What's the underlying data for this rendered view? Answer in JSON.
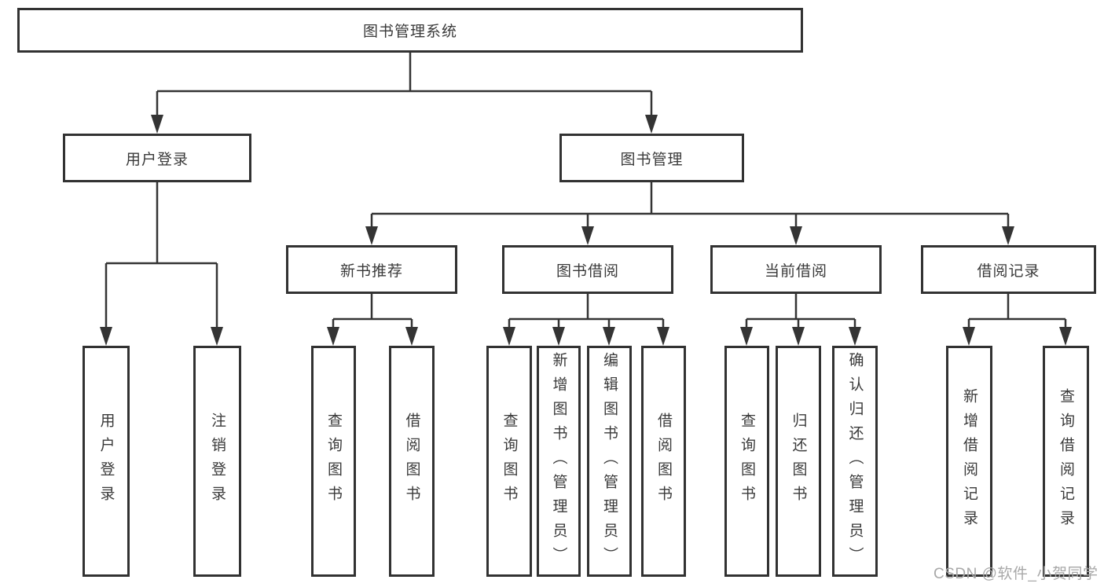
{
  "diagram": {
    "root": {
      "label": "图书管理系统"
    },
    "level2": [
      {
        "label": "用户登录"
      },
      {
        "label": "图书管理"
      }
    ],
    "level3": [
      {
        "label": "新书推荐"
      },
      {
        "label": "图书借阅"
      },
      {
        "label": "当前借阅"
      },
      {
        "label": "借阅记录"
      }
    ],
    "leaves": [
      {
        "label": "用户登录"
      },
      {
        "label": "注销登录"
      },
      {
        "label": "查询图书"
      },
      {
        "label": "借阅图书"
      },
      {
        "label": "查询图书"
      },
      {
        "label": "新增图书（管理员）"
      },
      {
        "label": "编辑图书（管理员）"
      },
      {
        "label": "借阅图书"
      },
      {
        "label": "查询图书"
      },
      {
        "label": "归还图书"
      },
      {
        "label": "确认归还（管理员）"
      },
      {
        "label": "新增借阅记录"
      },
      {
        "label": "查询借阅记录"
      }
    ]
  },
  "watermark": {
    "text": "CSDN @软件_小贺同学"
  },
  "colors": {
    "line": "#343434",
    "box_border": "#323232",
    "text": "#3a3a3a",
    "watermark": "#a8a8a8",
    "background": "#ffffff"
  }
}
